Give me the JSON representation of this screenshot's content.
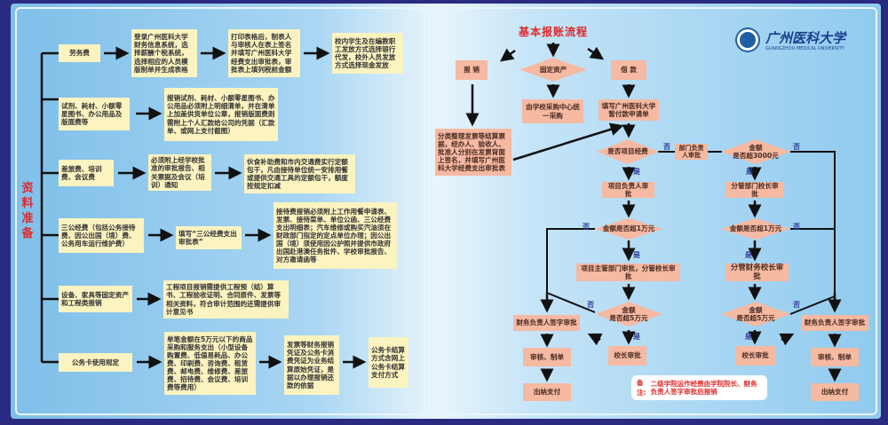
{
  "left": {
    "section_title": "资料准备",
    "rows": [
      {
        "category": "劳务费",
        "steps": [
          "登录广州医科大学财务信息系统，选择薪酬个税系统，选择相应的人员模版制单并生成表格",
          "打印表格后，制表人与审核人在表上签名并填写广州医科大学经费支出审批表，审批表上填列税前金额",
          "校内学生及在编教职工发放方式选择银行代发，校外人员发放方式选择现金发放"
        ]
      },
      {
        "category": "试剂、耗材、小额零星图书、办公用品及版面费等",
        "steps": [
          "报销试剂、耗材、小额零星图书、办公用品必须附上明细清单，并在清单上加盖供货单位公章，报销版面费则需附上个人汇款给公司的凭据（汇款单、或网上支付截图）"
        ]
      },
      {
        "category": "差旅费、培训费、会议费",
        "steps": [
          "必须附上经学校批准的审批报告、相关票据及会议（培训）通知",
          "伙食补助费和市内交通费实行定额包干，凡由接待单位统一安排用餐或提供交通工具的定额包干，额度按规定扣减"
        ]
      },
      {
        "category": "三公经费（包括公务接待费、因公出国（境）费、公务用车运行维护费）",
        "steps": [
          "填写“三公经费支出审批表”",
          "接待费报销必须附上工作用餐申请表、发票、接待菜单、单位公函、三公经费支出明细表；汽车维修或购买汽油须在财政部门指定的定点单位办理；因公出国（境）须使用因公护照并提供市政府出国赴港澳任务批件、学校审批报告、对方邀请函等"
        ]
      },
      {
        "category": "设备、家具等固定资产和工程类报销",
        "steps": [
          "工程项目报销需提供工程预（结）算书、工程验收证明、合同原件、发票等相关资料，符合审计范围的还需提供审计意见书"
        ]
      },
      {
        "category": "公务卡使用规定",
        "steps": [
          "单笔金额在5万元以下的商品采购和服务支出（小型设备购置费、低值易耗品、办公费、印刷费、咨询费、租赁费、邮电费、维修费、差旅费、招待费、会议费、培训费等费用）",
          "发票等财务报销凭证及公务卡消费凭证为业务结算原始凭证，是据以办理报销还款的依据",
          "公务卡结算方式含网上公务卡结算支付方式"
        ]
      }
    ]
  },
  "right": {
    "title": "基本报账流程",
    "logo": {
      "name_cn": "广州医科大学",
      "name_en": "GUANGZHOU MEDICAL UNIVERSITY"
    },
    "nodes": {
      "reimburse": "报 销",
      "fixed_asset": "固定资产",
      "loan": "借 款",
      "procurement": "由学校采购中心统一采购",
      "loan_form": "填写广州医科大学暂付款申请单",
      "sort_invoices": "分类整理发票等结算票据，经办人、验收人、批准人分别在发票背面上签名，并填写广州医科大学经费支出审批表",
      "is_project": "是否项目经费",
      "dept_head": "部门负责人审批",
      "over3000": "金额\n是否超3000元",
      "project_head": "项目负责人审批",
      "dept_vp": "分管部门校长审批",
      "over10k_l": "金额是否超1万元",
      "over10k_r": "金额是否超1万元",
      "project_dept_vp": "项目主管部门审批，分管校长审批",
      "finance_vp": "分管财务校长审批",
      "over50k_l": "金额\n是否超5万元",
      "over50k_r": "金额\n是否超5万元",
      "finance_sign_l": "财务负责人签字审批",
      "finance_sign_r": "财务负责人签字审批",
      "president_l": "校长审批",
      "president_r": "校长审批",
      "audit_l": "审核、制单",
      "audit_r": "审核、制单",
      "pay_l": "出纳支付",
      "pay_r": "出纳支付"
    },
    "yes": "是",
    "no": "否",
    "note_label": "备注:",
    "note_text": "二级学院运作经费由学院院长、财务负责人签字审批后报销"
  }
}
